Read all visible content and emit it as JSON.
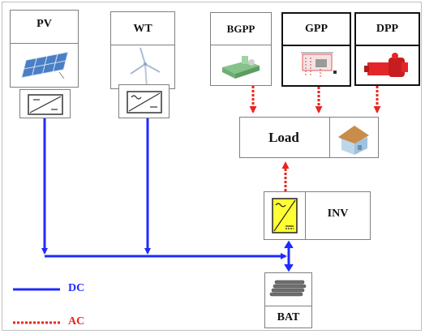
{
  "components": {
    "pv": "PV",
    "wt": "WT",
    "bgpp": "BGPP",
    "gpp": "GPP",
    "dpp": "DPP",
    "load": "Load",
    "inv": "INV",
    "bat": "BAT"
  },
  "legend": {
    "dc": "DC",
    "ac": "AC"
  },
  "colors": {
    "dc_line": "#1f2bff",
    "ac_line": "#e8261c",
    "inverter_fill": "#ffff33",
    "dpp_red": "#e3262a"
  }
}
